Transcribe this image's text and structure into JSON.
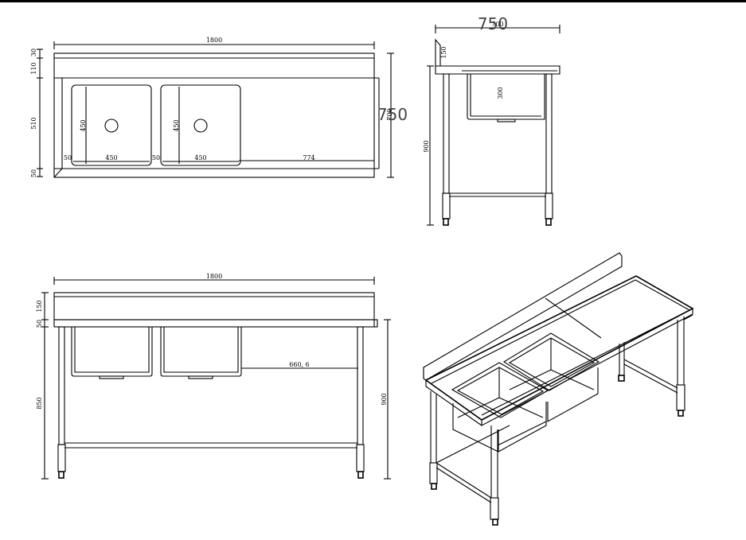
{
  "top_view": {
    "dim_width": "1800",
    "dim_back": "30",
    "dim_upstand": "110",
    "dim_bowl_depth": "510",
    "dim_front": "50",
    "dim_bowl1_height": "450",
    "dim_bowl2_height": "450",
    "dim_edge_left": "50",
    "dim_bowl1_width": "450",
    "dim_gap": "50",
    "dim_bowl2_width": "450",
    "dim_drainer": "774",
    "dim_depth_side": "750",
    "dim_depth_small": "700"
  },
  "side_view": {
    "dim_depth_top": "750",
    "dim_depth_top_small": "700",
    "dim_upstand": "150",
    "dim_bowl_depth": "300",
    "dim_height": "900"
  },
  "front_view": {
    "dim_width": "1800",
    "dim_upstand": "150",
    "dim_top": "50",
    "dim_leg_height": "850",
    "dim_drainer_width": "660, 6",
    "dim_total_height": "900"
  }
}
